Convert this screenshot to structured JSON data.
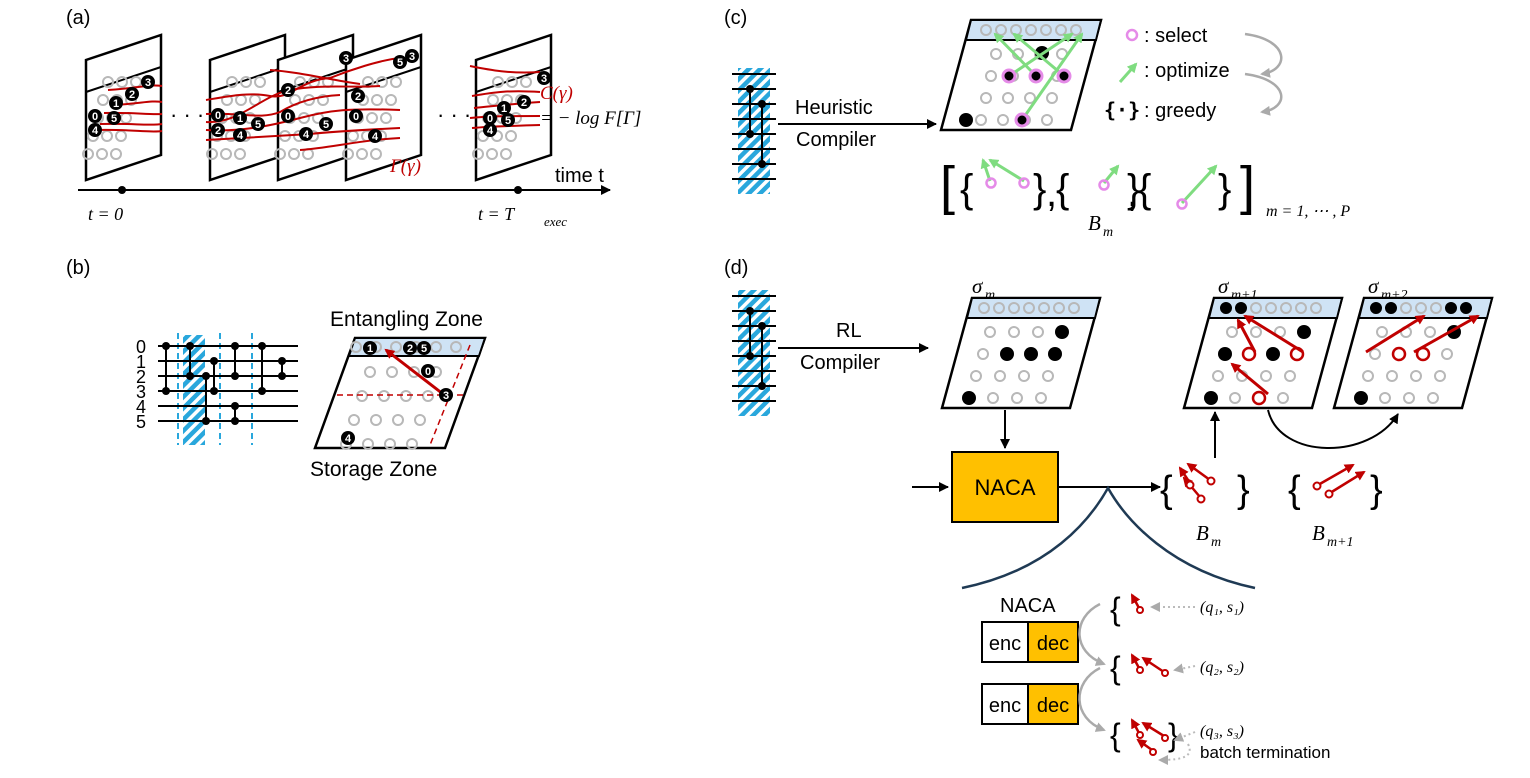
{
  "panels": {
    "a": {
      "label": "(a)",
      "time_axis": "time t",
      "t0": "t = 0",
      "tend": "t = T",
      "tend_sub": "exec",
      "cost_line1": "C(γ)",
      "cost_line2": "= − log F[Γ]",
      "path_label": "Γ(γ)",
      "ellipsis": "· · ·",
      "atom_ids": [
        "0",
        "1",
        "2",
        "3",
        "4",
        "5"
      ]
    },
    "b": {
      "label": "(b)",
      "entangling_zone": "Entangling Zone",
      "storage_zone": "Storage Zone",
      "qubit_indices": [
        "0",
        "1",
        "2",
        "3",
        "4",
        "5"
      ]
    },
    "c": {
      "label": "(c)",
      "compiler_line1": "Heuristic",
      "compiler_line2": "Compiler",
      "legend_select": ": select",
      "legend_optimize": ": optimize",
      "legend_greedy_symbol": "{·}",
      "legend_greedy": ": greedy",
      "batch_symbol": "B",
      "batch_sub": "m",
      "batch_range": "m = 1, ⋯ , P"
    },
    "d": {
      "label": "(d)",
      "compiler_line1": "RL",
      "compiler_line2": "Compiler",
      "sigma_m": "σ",
      "sigma_m_sub": "m",
      "sigma_m1_sub": "m+1",
      "sigma_m2_sub": "m+2",
      "naca_label": "NACA",
      "batch_symbol": "B",
      "batch_m_sub": "m",
      "batch_m1_sub": "m+1",
      "naca_small_label": "NACA",
      "enc": "enc",
      "dec": "dec",
      "q1s1": "(q₁, s₁)",
      "q2s2": "(q₂, s₂)",
      "q3s3": "(q₃, s₃)",
      "termination": "batch termination"
    }
  },
  "colors": {
    "red": "#c00000",
    "green": "#7fdc80",
    "pink": "#e58be8",
    "orange": "#ffc000",
    "zone": "#cfe3f5",
    "hatch": "#29a7dc",
    "grey": "#b8b8b8"
  }
}
